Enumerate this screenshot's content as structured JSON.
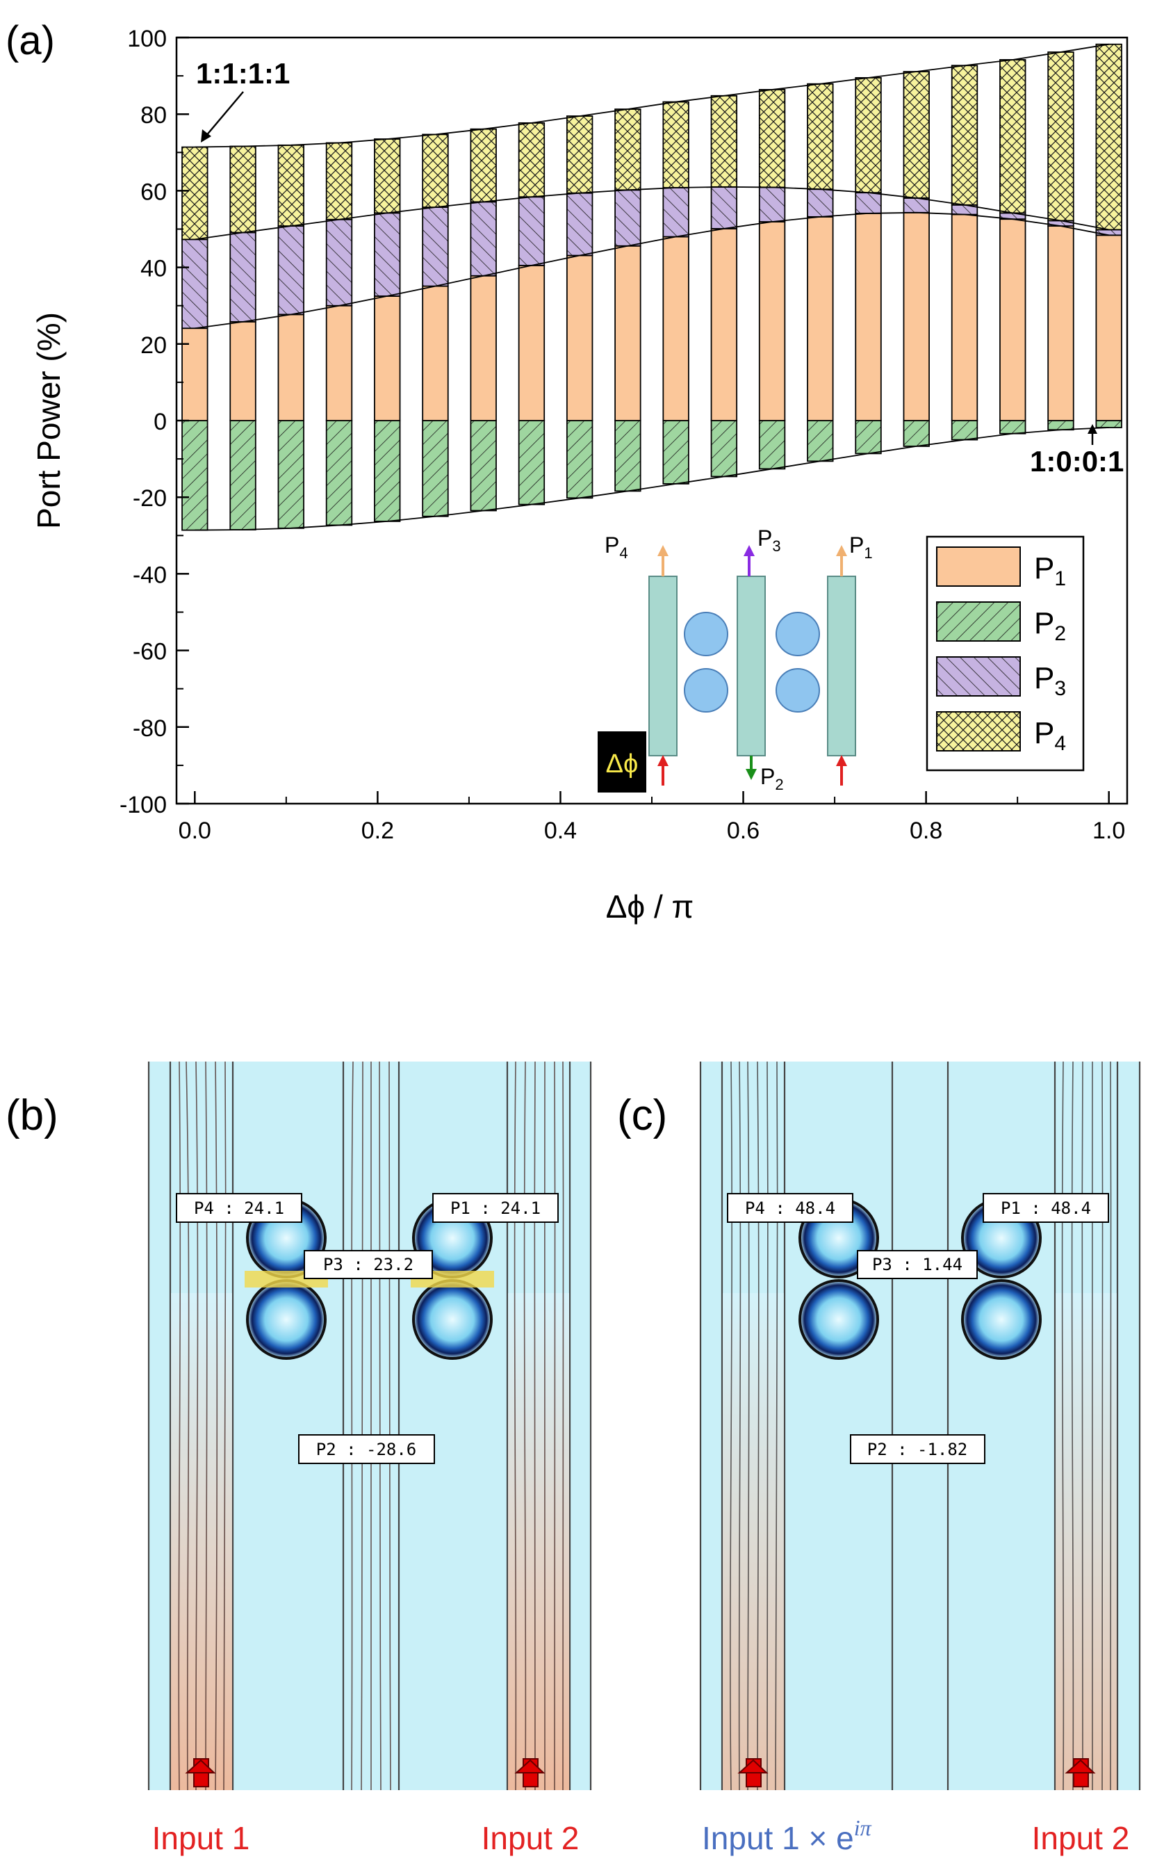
{
  "panel_labels": {
    "a": "(a)",
    "b": "(b)",
    "c": "(c)"
  },
  "chart_data": {
    "type": "bar",
    "stacked": true,
    "xlabel": "Δϕ / π",
    "ylabel": "Port Power (%)",
    "xlim": [
      -0.02,
      1.02
    ],
    "ylim": [
      -100,
      100
    ],
    "x_ticks": [
      "0.0",
      "0.2",
      "0.4",
      "0.6",
      "0.8",
      "1.0"
    ],
    "y_ticks": [
      "-100",
      "-80",
      "-60",
      "-40",
      "-20",
      "0",
      "20",
      "40",
      "60",
      "80",
      "100"
    ],
    "x": [
      0,
      0.05263,
      0.10526,
      0.15789,
      0.21053,
      0.26316,
      0.31579,
      0.36842,
      0.42105,
      0.47368,
      0.52632,
      0.57895,
      0.63158,
      0.68421,
      0.73684,
      0.78947,
      0.84211,
      0.89474,
      0.94737,
      1.0
    ],
    "series": [
      {
        "name": "P1",
        "values": [
          24.1,
          25.8,
          27.7,
          30.0,
          32.5,
          35.1,
          37.8,
          40.5,
          43.1,
          45.6,
          48.0,
          50.1,
          51.9,
          53.2,
          54.1,
          54.3,
          53.8,
          52.6,
          50.8,
          48.4
        ]
      },
      {
        "name": "P2",
        "values": [
          -28.6,
          -28.5,
          -28.1,
          -27.3,
          -26.3,
          -25.0,
          -23.5,
          -21.9,
          -20.2,
          -18.4,
          -16.5,
          -14.6,
          -12.6,
          -10.6,
          -8.6,
          -6.7,
          -5.0,
          -3.4,
          -2.4,
          -1.82
        ]
      },
      {
        "name": "P3",
        "values": [
          23.2,
          23.3,
          23.1,
          22.5,
          21.7,
          20.6,
          19.3,
          17.9,
          16.3,
          14.6,
          12.8,
          10.9,
          9.0,
          7.2,
          5.4,
          3.8,
          2.5,
          1.6,
          1.4,
          1.44
        ]
      },
      {
        "name": "P4",
        "values": [
          24.1,
          22.5,
          21.1,
          20.0,
          19.3,
          19.0,
          19.0,
          19.3,
          20.1,
          21.1,
          22.4,
          23.8,
          25.5,
          27.5,
          30.0,
          33.0,
          36.4,
          40.0,
          44.0,
          48.4
        ]
      }
    ],
    "legend": {
      "placement": "bottom-right",
      "entries": [
        "P1",
        "P2",
        "P3",
        "P4"
      ]
    },
    "colors": {
      "P1": "#fbc79a",
      "P2": "#9fd6a0",
      "P3": "#c6b3e1",
      "P4": "#f7f39d"
    },
    "annotations": {
      "start": "1:1:1:1",
      "end": "1:0:0:1"
    }
  },
  "inset": {
    "ports": {
      "p4": "P4",
      "p3": "P3",
      "p1": "P1",
      "p2": "P2"
    },
    "phase_label": "Δϕ"
  },
  "panel_b": {
    "labels": {
      "p4": "P4 : 24.1",
      "p1": "P1 : 24.1",
      "p3": "P3 : 23.2",
      "p2": "P2 : -28.6"
    },
    "input_left": "Input 1",
    "input_right": "Input 2"
  },
  "panel_c": {
    "labels": {
      "p4": "P4 : 48.4",
      "p1": "P1 : 48.4",
      "p3": "P3 : 1.44",
      "p2": "P2 : -1.82"
    },
    "input_left": "Input 1 × e",
    "input_left_exponent": "iπ",
    "input_right": "Input 2"
  }
}
